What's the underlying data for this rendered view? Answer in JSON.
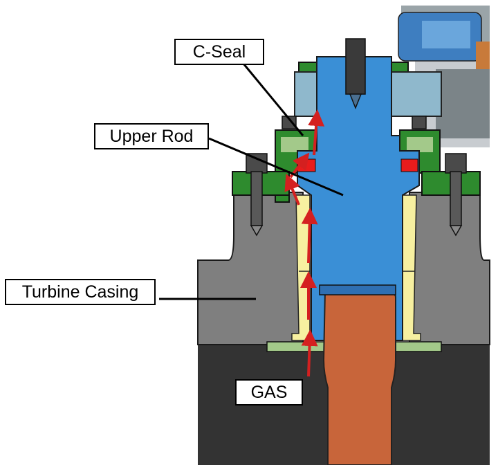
{
  "labels": {
    "c_seal": "C-Seal",
    "upper_rod": "Upper Rod",
    "turbine_casing": "Turbine Casing",
    "gas": "GAS"
  },
  "colors": {
    "background": "#ffffff",
    "casing_dark": "#333333",
    "casing_gray": "#7f7f7f",
    "flange_green": "#2e8b2e",
    "flange_light": "#a3c98a",
    "gasket_yellow": "#f7f0a0",
    "upper_rod_blue": "#3a8fd6",
    "upper_block_blue": "#8fb8cc",
    "lower_rod_copper": "#c8653a",
    "seal_red": "#e81c1c",
    "gas_arrow_red": "#d42020",
    "bolt_gray": "#595959",
    "leader_line": "#000000"
  },
  "icons": [
    "gas-flow-arrow-icon",
    "bolt-icon"
  ]
}
